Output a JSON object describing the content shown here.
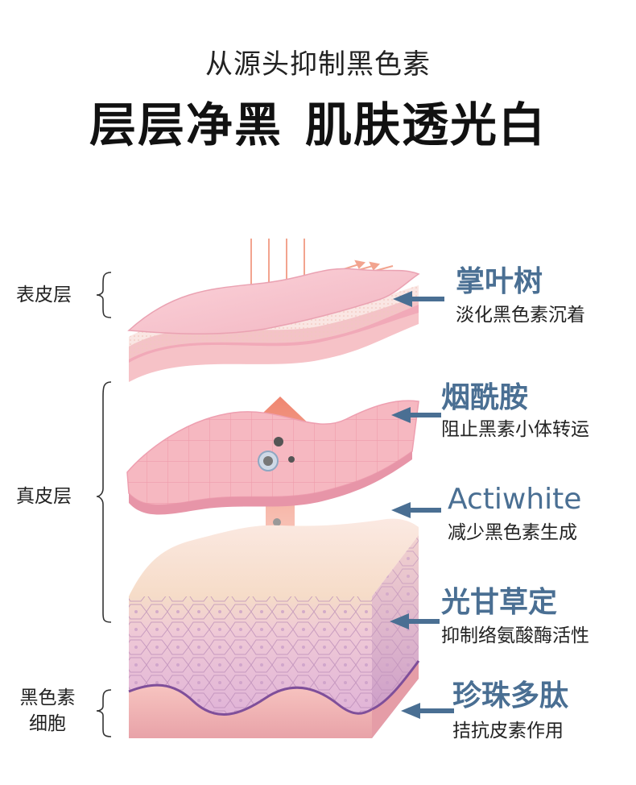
{
  "header": {
    "subtitle": "从源头抑制黑色素",
    "title_part1": "层层净黑",
    "title_part2": "肌肤透光白"
  },
  "layers": {
    "epidermis": "表皮层",
    "dermis": "真皮层",
    "melanocyte_line1": "黑色素",
    "melanocyte_line2": "细胞"
  },
  "ingredients": [
    {
      "name": "掌叶树",
      "desc": "淡化黑色素沉着"
    },
    {
      "name": "烟酰胺",
      "desc": "阻止黑素小体转运"
    },
    {
      "name": "Actiwhite",
      "desc": "减少黑色素生成"
    },
    {
      "name": "光甘草定",
      "desc": "抑制络氨酸酶活性"
    },
    {
      "name": "珍珠多肽",
      "desc": "拮抗皮素作用"
    }
  ],
  "colors": {
    "accent_blue": "#4a6f93",
    "skin_pink": "#f4b4c0",
    "arrow_salmon": "#f2917e",
    "cell_purple": "#d9b2d8"
  }
}
